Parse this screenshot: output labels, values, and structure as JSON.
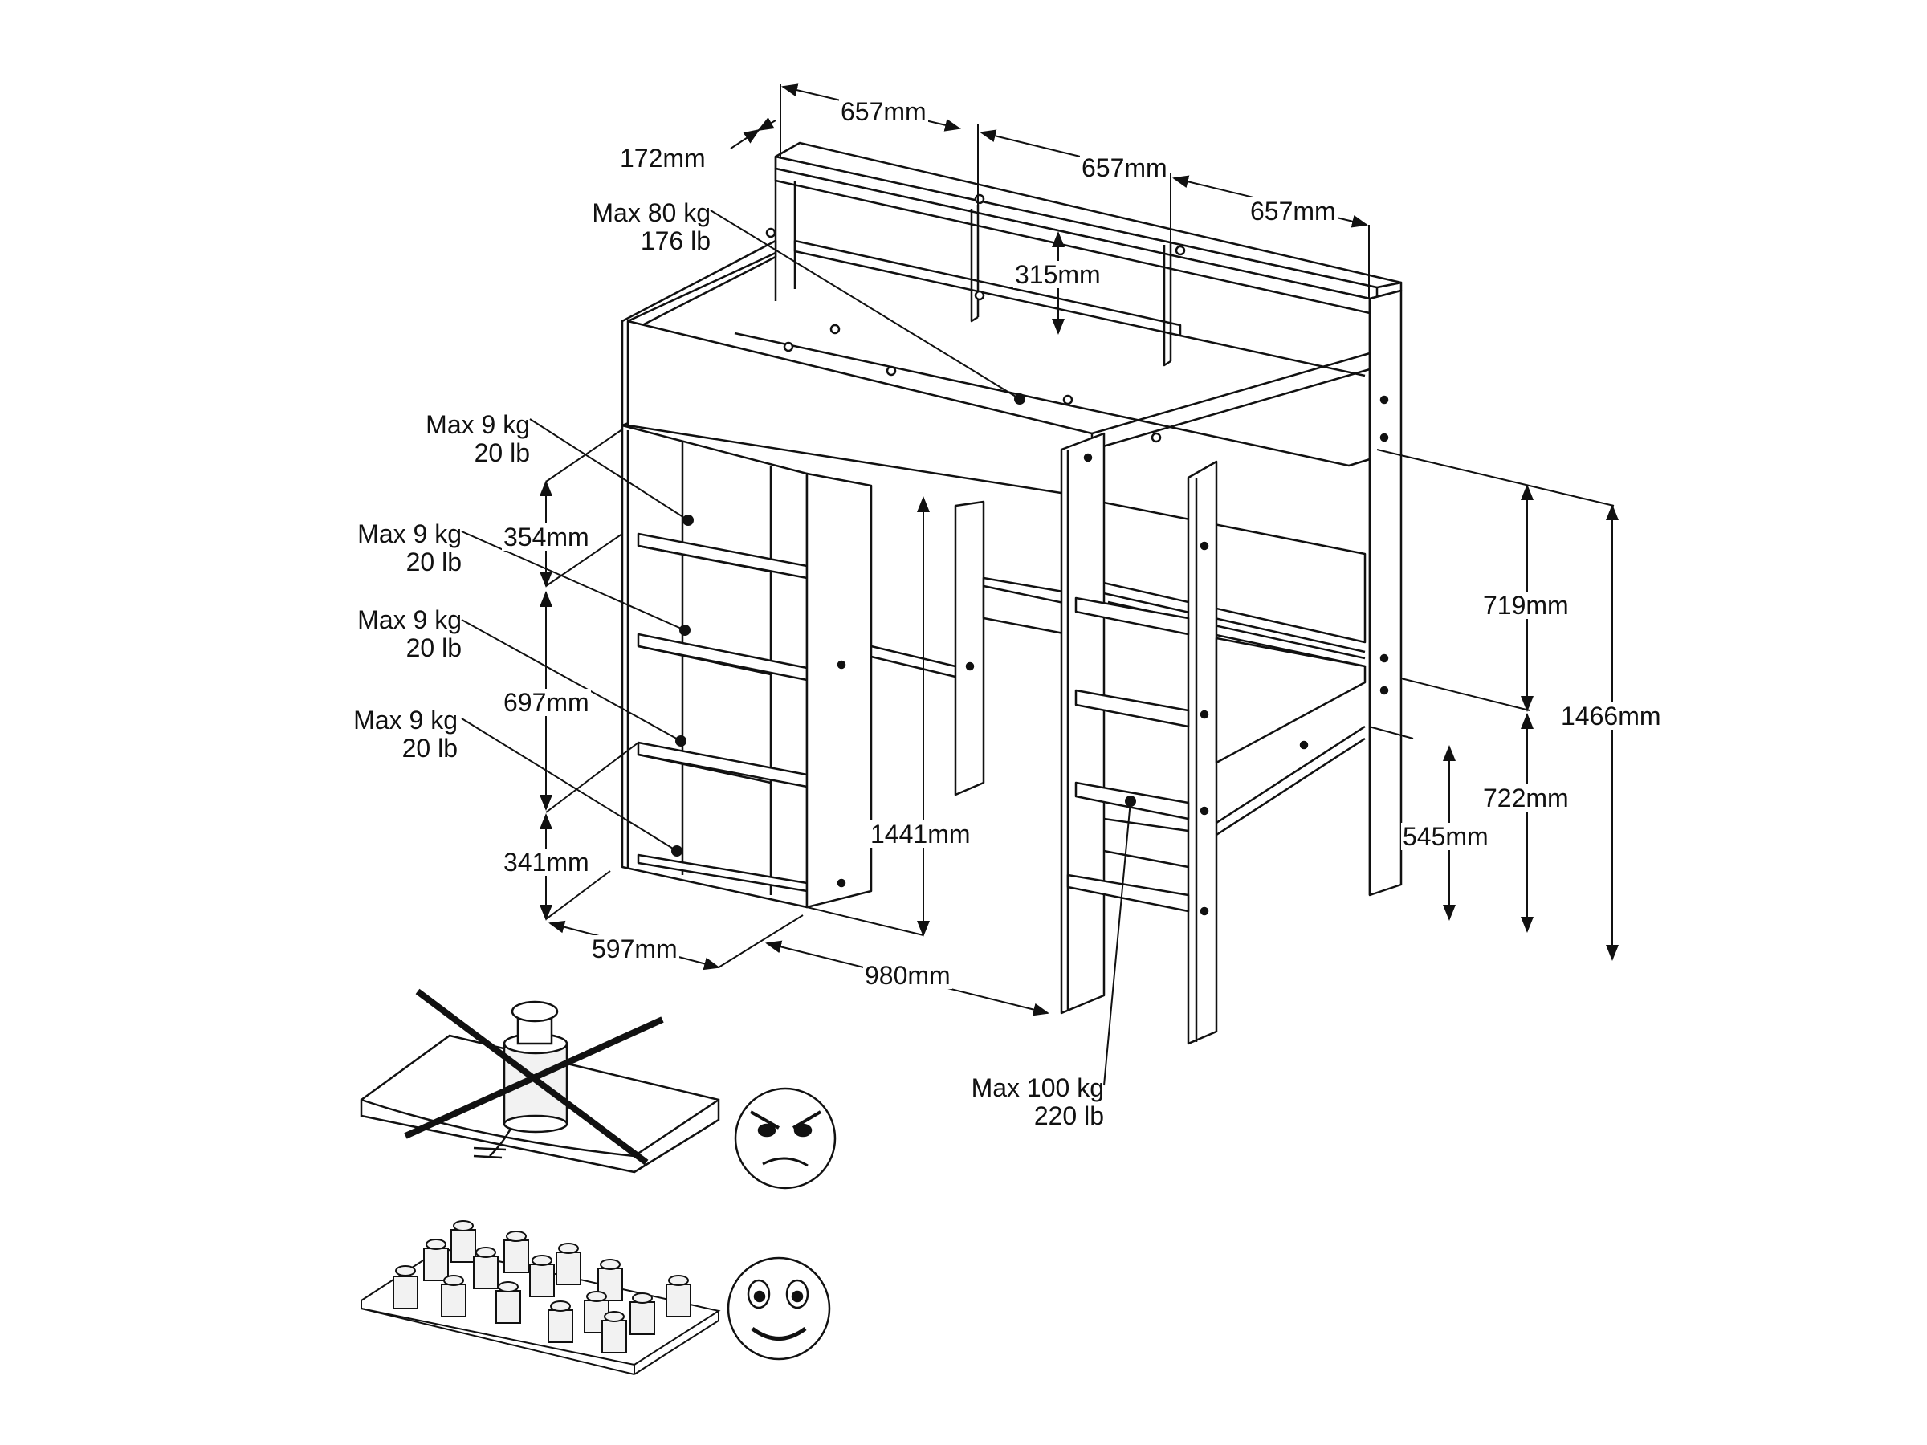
{
  "colors": {
    "line": "#111111",
    "background": "#ffffff",
    "panel": "#f2f2f2"
  },
  "dimensions": {
    "top_width_1": "657mm",
    "top_width_2": "657mm",
    "top_width_3": "657mm",
    "top_depth": "172mm",
    "hutch_height": "315mm",
    "shelf_gap_top": "354mm",
    "shelf_gap_mid": "697mm",
    "shelf_gap_bottom": "341mm",
    "cabinet_depth": "597mm",
    "desk_clearance": "1441mm",
    "bed_depth": "980mm",
    "upper_height": "719mm",
    "lower_height": "722mm",
    "total_height": "1466mm",
    "desk_height": "545mm"
  },
  "loads": {
    "top": {
      "kg": "Max 80 kg",
      "lb": "176 lb"
    },
    "shelf_1": {
      "kg": "Max 9 kg",
      "lb": "20 lb"
    },
    "shelf_2": {
      "kg": "Max 9 kg",
      "lb": "20 lb"
    },
    "shelf_3": {
      "kg": "Max 9 kg",
      "lb": "20 lb"
    },
    "shelf_4": {
      "kg": "Max 9 kg",
      "lb": "20 lb"
    },
    "ladder": {
      "kg": "Max 100 kg",
      "lb": "220 lb"
    }
  },
  "icons": {
    "bad_load": "concentrated-weight-crossed-icon",
    "angry": "angry-face-icon",
    "good_load": "distributed-weights-icon",
    "happy": "happy-face-icon"
  }
}
